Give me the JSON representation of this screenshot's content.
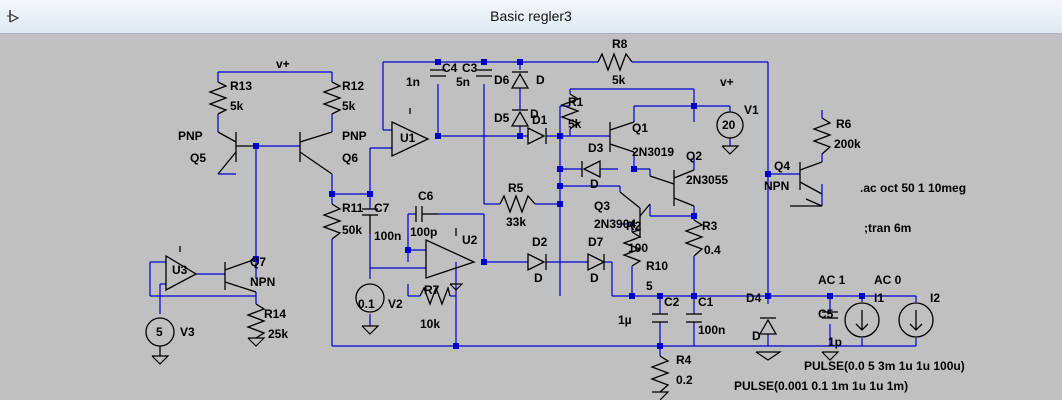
{
  "window": {
    "title": "Basic regler3"
  },
  "colors": {
    "wire": "#0000cc",
    "component": "#000000",
    "background": "#c0c0c0",
    "junction": "#0000cc"
  },
  "icons": {
    "app": "ltspice-op-amp-icon",
    "ground": "ground-icon",
    "source": "voltage-source-icon",
    "current_source": "current-source-icon"
  },
  "labels": {
    "r13": "R13",
    "r13v": "5k",
    "r12": "R12",
    "r12v": "5k",
    "vplus1": "v+",
    "pnp1": "PNP",
    "q5": "Q5",
    "pnp2": "PNP",
    "q6": "Q6",
    "r11": "R11",
    "r11v": "50k",
    "c7": "C7",
    "c7v": "100n",
    "u3": "U3",
    "q7": "Q7",
    "npn1": "NPN",
    "r14": "R14",
    "r14v": "25k",
    "v3v": "5",
    "v3": "V3",
    "c4": "C4",
    "c4v": "1n",
    "c3": "C3",
    "c3v": "5n",
    "r8": "R8",
    "r8v": "5k",
    "d6": "D6",
    "d6v": "D",
    "d5": "D5",
    "d5v": "D",
    "d1": "D1",
    "u1": "U1",
    "r1": "R1",
    "r1v": "5k",
    "vplus2": "v+",
    "v1": "V1",
    "v1v": "20",
    "q1": "Q1",
    "q1m": "2N3019",
    "d3": "D3",
    "d3v": "D",
    "q2": "Q2",
    "q2m": "2N3055",
    "r5": "R5",
    "r5v": "33k",
    "q3": "Q3",
    "q3m": "2N3904",
    "r2": "R2",
    "r2v": "100",
    "r3": "R3",
    "r3v": "0.4",
    "c6": "C6",
    "c6v": "100p",
    "u2": "U2",
    "d2": "D2",
    "d2v": "D",
    "d7": "D7",
    "d7v": "D",
    "r10": "R10",
    "r10v": "5",
    "v2v": "0.1",
    "v2": "V2",
    "r7": "R7",
    "r7v": "10k",
    "r6": "R6",
    "r6v": "200k",
    "q4": "Q4",
    "npn2": "NPN",
    "ac_cmd": ".ac oct 50 1 10meg",
    "tran_cmd": ";tran 6m",
    "ac1": "AC 1",
    "ac0": "AC 0",
    "i1": "I1",
    "i2": "I2",
    "c2": "C2",
    "c2v": "1µ",
    "c1": "C1",
    "c1v": "100n",
    "d4": "D4",
    "d4v": "D",
    "c5": "C5",
    "c5v": "1p",
    "r4": "R4",
    "r4v": "0.2",
    "pulse1": "PULSE(0.0 5 3m 1u 1u 100u)",
    "pulse2": "PULSE(0.001 0.1 1m 1u 1u 1m)"
  }
}
